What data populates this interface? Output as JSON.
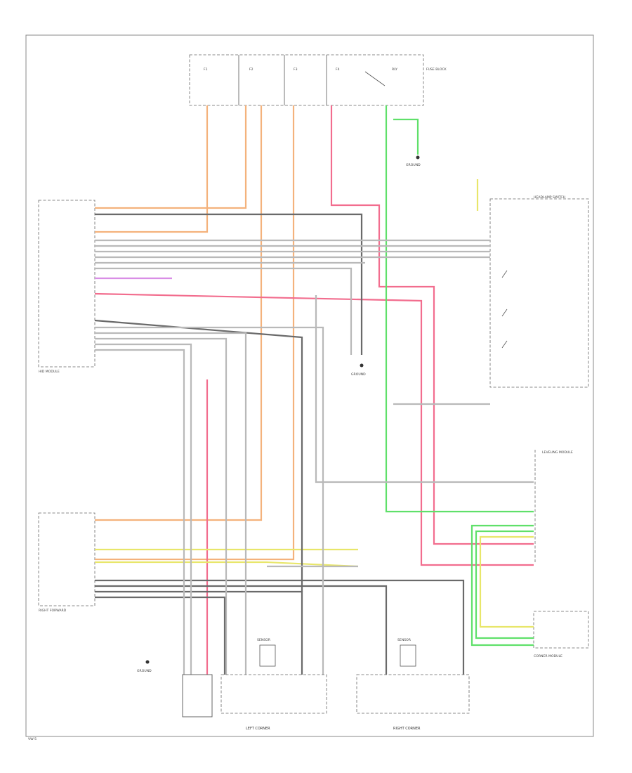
{
  "colors": {
    "orange": "#f4b27c",
    "pink": "#f26d8e",
    "green": "#5fe06a",
    "yellow": "#e8e66a",
    "gray": "#6a6a6a",
    "lightgray": "#b9b9b9",
    "violet": "#d98ee6"
  },
  "components": {
    "fuse_block": "FUSE BLOCK",
    "motor_left": "LEFT CORNER",
    "motor_right": "RIGHT CORNER",
    "module_left": "HID MODULE",
    "module_right": "RIGHT FORWARD",
    "headlamp_switch": "HEADLAMP SWITCH",
    "ground_right": "GROUND",
    "ground_mid": "GROUND",
    "ground_low": "GROUND",
    "corner_module": "CORNER MODULE",
    "leveling_module": "LEVELING MODULE",
    "sensor_left": "SENSOR",
    "sensor_right": "SENSOR"
  },
  "footer": "VW-5"
}
